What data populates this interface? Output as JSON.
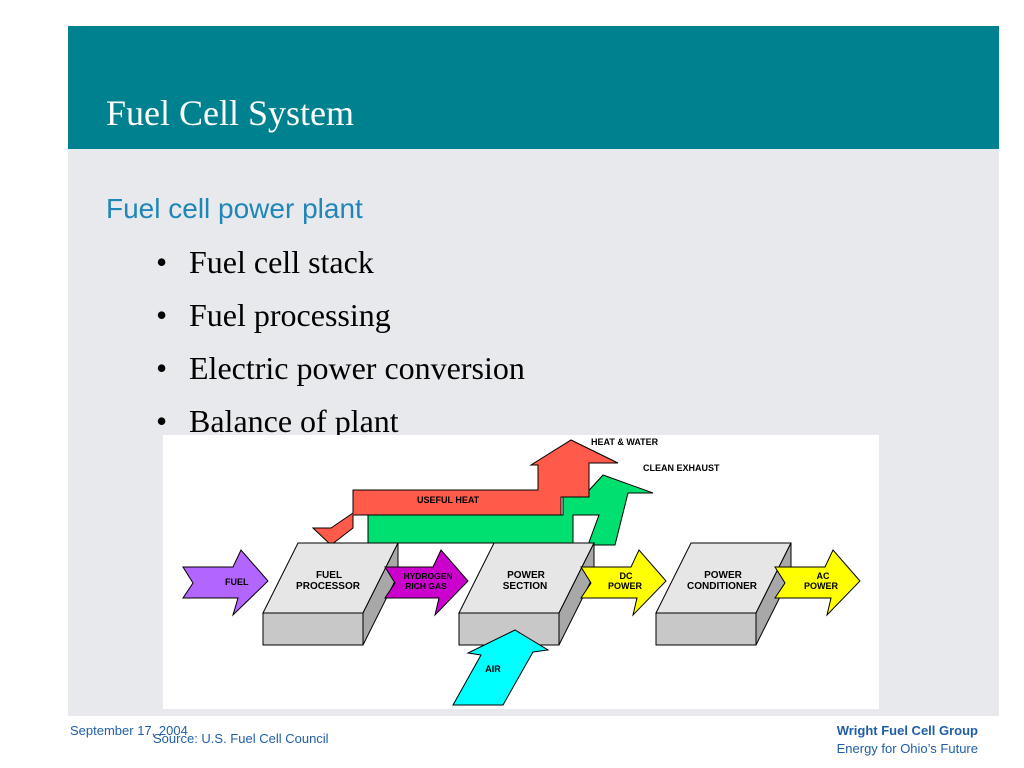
{
  "slide": {
    "title": "Fuel Cell System",
    "heading": "Fuel cell power plant",
    "bullets": [
      "Fuel cell stack",
      "Fuel processing",
      "Electric power conversion",
      "Balance of plant"
    ],
    "bullet_symbol": "•"
  },
  "diagram": {
    "labels": {
      "heat_water": "HEAT & WATER",
      "clean_exhaust": "CLEAN EXHAUST",
      "useful_heat": "USEFUL HEAT",
      "fuel": "FUEL",
      "fuel_processor_1": "FUEL",
      "fuel_processor_2": "PROCESSOR",
      "hydrogen_1": "HYDROGEN",
      "hydrogen_2": "RICH GAS",
      "power_section_1": "POWER",
      "power_section_2": "SECTION",
      "dc_power_1": "DC",
      "dc_power_2": "POWER",
      "conditioner_1": "POWER",
      "conditioner_2": "CONDITIONER",
      "ac_power_1": "AC",
      "ac_power_2": "POWER",
      "air": "AIR"
    },
    "colors": {
      "fuel_arrow": "#b266ff",
      "hydrogen_arrow": "#cc00cc",
      "power_arrow": "#ffff00",
      "air_arrow": "#00ffff",
      "heat_arrow": "#ff5a4a",
      "exhaust_arrow": "#00e070",
      "box_top": "#e6e6e6",
      "box_front": "#c8c8c8",
      "box_side": "#a8a8a8"
    }
  },
  "footer": {
    "date": "September 17, 2004",
    "source": "Source: U.S. Fuel Cell Council",
    "org_name": "Wright Fuel Cell Group",
    "org_tagline": "Energy for Ohio’s Future"
  },
  "colors": {
    "title_bar": "#00818f",
    "slide_background": "#e8e9ec",
    "heading": "#1f86b8",
    "footer_text": "#1f5fa8"
  }
}
